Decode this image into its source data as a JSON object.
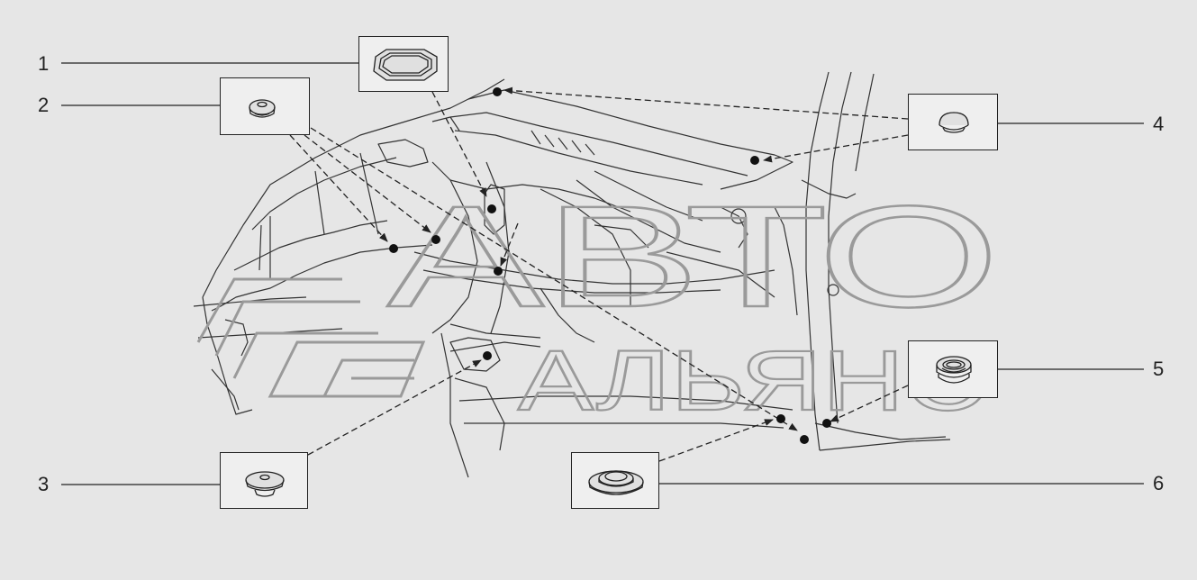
{
  "callouts": [
    {
      "label": "1",
      "part_icon": "oval-grommet-icon"
    },
    {
      "label": "2",
      "part_icon": "small-plug-icon"
    },
    {
      "label": "3",
      "part_icon": "round-plug-icon"
    },
    {
      "label": "4",
      "part_icon": "dome-plug-icon"
    },
    {
      "label": "5",
      "part_icon": "ring-grommet-icon"
    },
    {
      "label": "6",
      "part_icon": "flat-grommet-icon"
    }
  ],
  "watermark": {
    "line1": "АВТО",
    "line2": "АЛЬЯНС"
  },
  "colors": {
    "background": "#e6e6e6",
    "line": "#222222",
    "watermark": "#9a9a9a"
  }
}
